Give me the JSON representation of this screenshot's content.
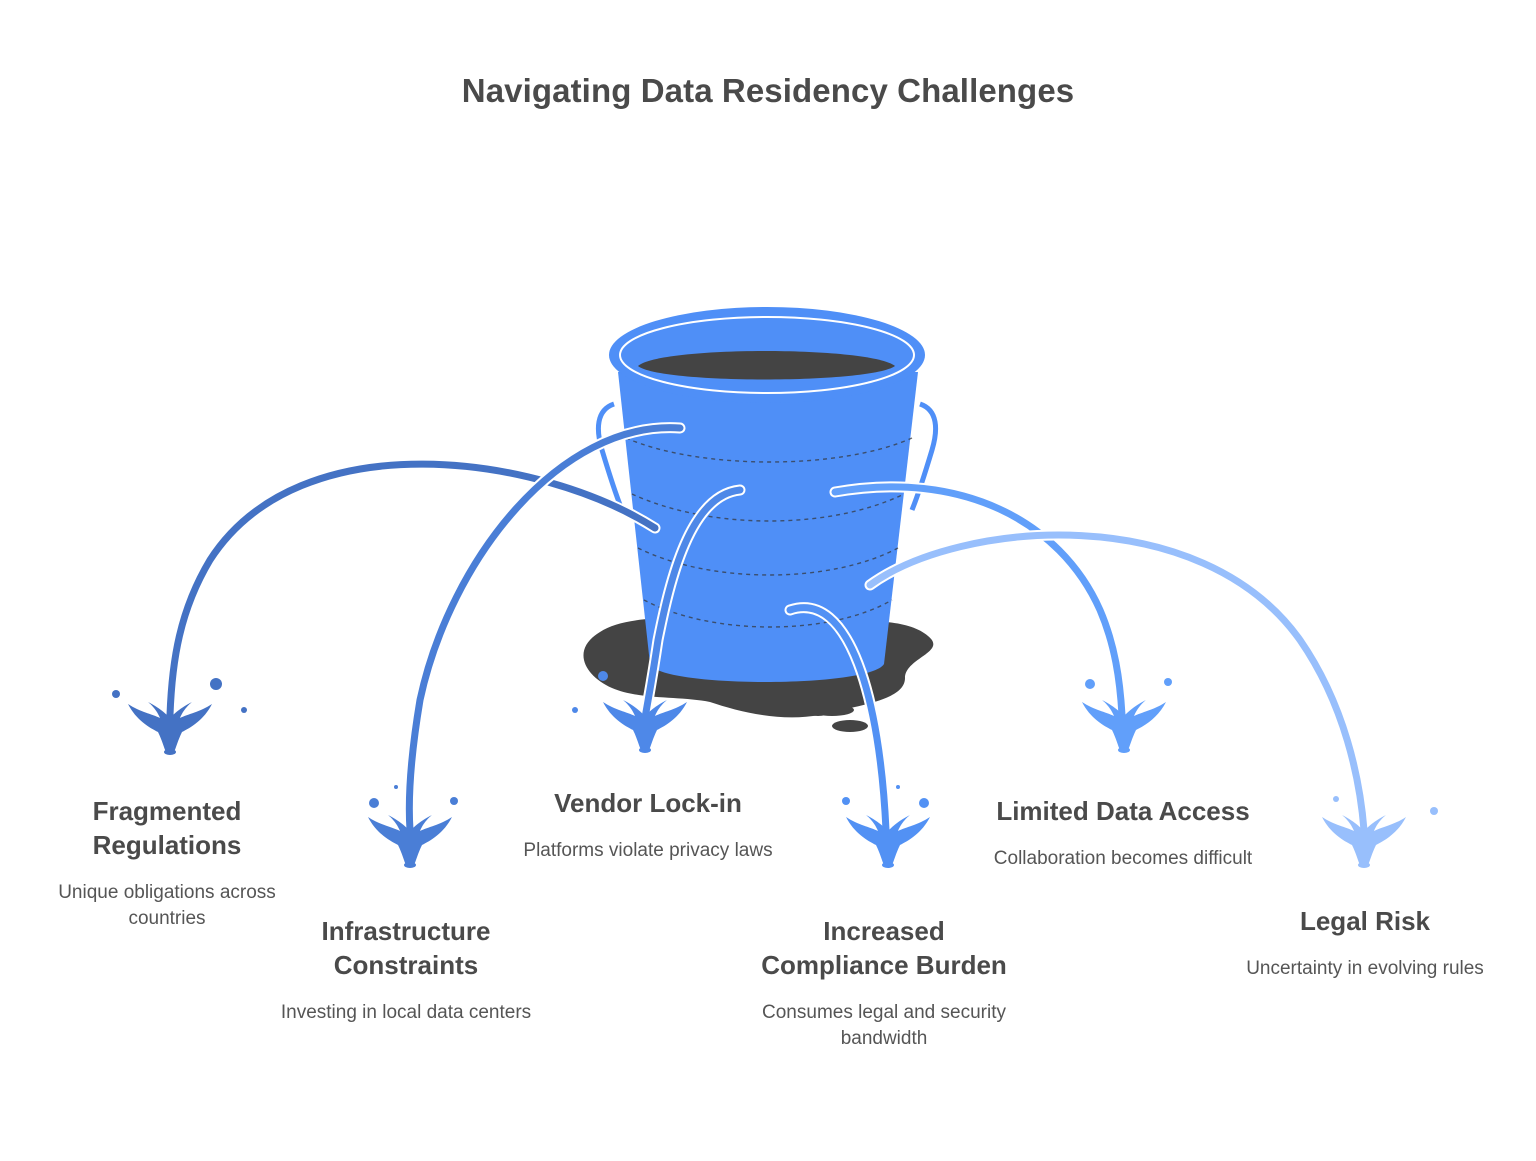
{
  "title": "Navigating Data Residency Challenges",
  "colors": {
    "bucket": "#4f8ff7",
    "bucket_stroke": "#ffffff",
    "puddle": "#444444",
    "text": "#4a4a4a"
  },
  "items": [
    {
      "title": "Fragmented Regulations",
      "desc": "Unique obligations across countries",
      "color": "#4472c4"
    },
    {
      "title": "Infrastructure Constraints",
      "desc": "Investing in local data centers",
      "color": "#4a7ed6"
    },
    {
      "title": "Vendor Lock-in",
      "desc": "Platforms violate privacy laws",
      "color": "#4e88e8"
    },
    {
      "title": "Increased Compliance Burden",
      "desc": "Consumes legal and security bandwidth",
      "color": "#5291f4"
    },
    {
      "title": "Limited Data Access",
      "desc": "Collaboration becomes difficult",
      "color": "#619ffa"
    },
    {
      "title": "Legal Risk",
      "desc": "Uncertainty in evolving rules",
      "color": "#98bffc"
    }
  ]
}
